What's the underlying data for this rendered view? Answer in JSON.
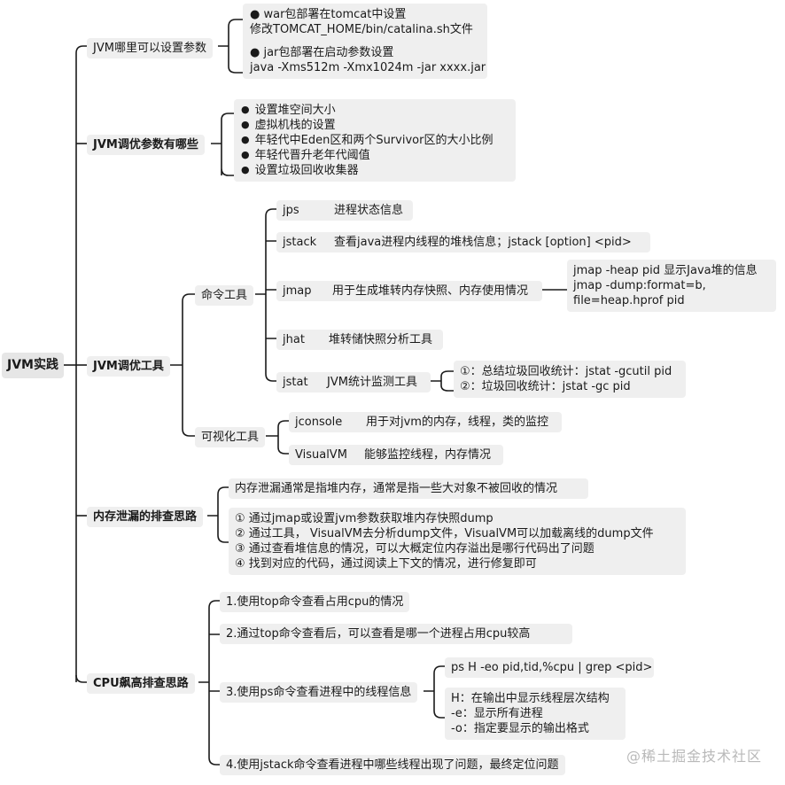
{
  "root": "JVM实践",
  "params": {
    "label": "JVM哪里可以设置参数",
    "lines": [
      "● war包部署在tomcat中设置",
      "修改TOMCAT_HOME/bin/catalina.sh文件",
      "",
      "● jar包部署在启动参数设置",
      "java -Xms512m -Xmx1024m -jar xxxx.jar"
    ]
  },
  "tune": {
    "label": "JVM调优参数有哪些",
    "items": [
      "设置堆空间大小",
      "虚拟机栈的设置",
      "年轻代中Eden区和两个Survivor区的大小比例",
      "年轻代晋升老年代阈值",
      "设置垃圾回收收集器"
    ]
  },
  "tools": {
    "label": "JVM调优工具",
    "cmd": {
      "label": "命令工具",
      "items": [
        {
          "name": "jps",
          "desc": "进程状态信息"
        },
        {
          "name": "jstack",
          "desc": "查看java进程内线程的堆栈信息；jstack [option] <pid>"
        },
        {
          "name": "jmap",
          "desc": "用于生成堆转内存快照、内存使用情况"
        },
        {
          "name": "jhat",
          "desc": "堆转储快照分析工具"
        },
        {
          "name": "jstat",
          "desc": "JVM统计监测工具"
        }
      ],
      "jmap_detail": [
        "jmap -heap pid   显示Java堆的信息",
        "jmap -dump:format=b,",
        "file=heap.hprof pid"
      ],
      "jstat_detail": [
        "①：总结垃圾回收统计：jstat -gcutil pid",
        "②：垃圾回收统计：jstat -gc pid"
      ]
    },
    "visual": {
      "label": "可视化工具",
      "items": [
        {
          "name": "jconsole",
          "desc": "用于对jvm的内存，线程，类的监控"
        },
        {
          "name": "VisualVM",
          "desc": "能够监控线程，内存情况"
        }
      ]
    }
  },
  "leak": {
    "label": "内存泄漏的排查思路",
    "note": "内存泄漏通常是指堆内存，通常是指一些大对象不被回收的情况",
    "steps": [
      "① 通过jmap或设置jvm参数获取堆内存快照dump",
      "② 通过工具， VisualVM去分析dump文件，VisualVM可以加载离线的dump文件",
      "③ 通过查看堆信息的情况，可以大概定位内存溢出是哪行代码出了问题",
      "④ 找到对应的代码，通过阅读上下文的情况，进行修复即可"
    ]
  },
  "cpu": {
    "label": "CPU飙高排查思路",
    "steps": [
      "1.使用top命令查看占用cpu的情况",
      "2.通过top命令查看后，可以查看是哪一个进程占用cpu较高",
      "3.使用ps命令查看进程中的线程信息",
      "4.使用jstack命令查看进程中哪些线程出现了问题，最终定位问题"
    ],
    "ps_cmd": "ps H -eo pid,tid,%cpu | grep <pid>",
    "ps_opts": [
      "H：在输出中显示线程层次结构",
      "-e：显示所有进程",
      "-o：指定要显示的输出格式"
    ]
  },
  "watermark": "@稀土掘金技术社区",
  "colors": {
    "line": "#1a1a1a",
    "node_bg": "#efefef"
  }
}
